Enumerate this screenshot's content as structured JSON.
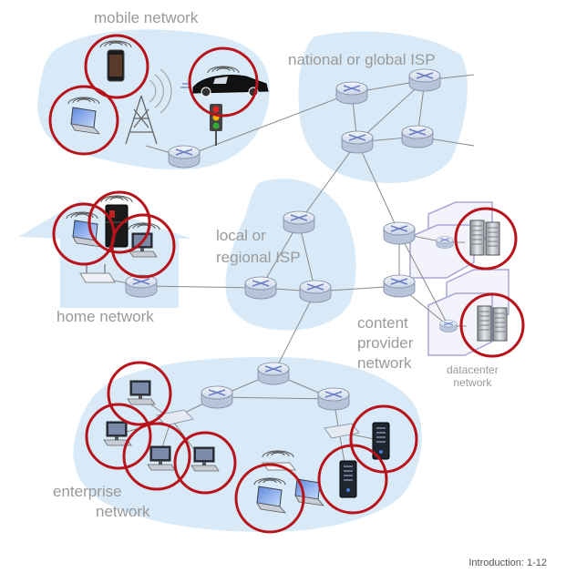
{
  "labels": {
    "mobile_network": "mobile network",
    "national_isp": "national or global ISP",
    "local_isp_line1": "local or",
    "local_isp_line2": "regional ISP",
    "home_network": "home network",
    "content_line1": "content",
    "content_line2": "provider",
    "content_line3": "network",
    "datacenter_line1": "datacenter",
    "datacenter_line2": "network",
    "enterprise_line1": "enterprise",
    "enterprise_line2": "network"
  },
  "footer": "Introduction: 1-12",
  "colors": {
    "region_fill": "#d8eaf7",
    "link": "#8a8a8a",
    "router_body": "#e3eaf4",
    "highlight_circle": "#b8131b",
    "label_text": "#9a9a9a"
  },
  "icons": [
    "router-icon",
    "laptop-icon",
    "smartphone-icon",
    "car-icon",
    "traffic-light-icon",
    "cell-tower-icon",
    "desktop-pc-icon",
    "refrigerator-icon",
    "wifi-access-point-icon",
    "server-rack-icon",
    "server-tower-icon"
  ]
}
